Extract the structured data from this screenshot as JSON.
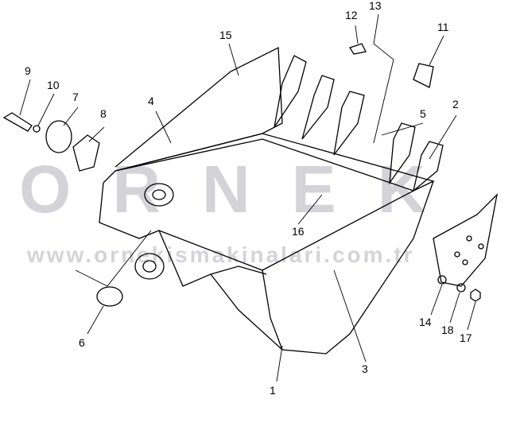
{
  "watermark": {
    "logo": "ORNEK",
    "url": "www.ornekismakinalari.com.tr",
    "color": "#d4d4d8"
  },
  "callouts": [
    "1",
    "2",
    "3",
    "4",
    "5",
    "6",
    "7",
    "8",
    "9",
    "10",
    "11",
    "12",
    "13",
    "14",
    "15",
    "16",
    "17",
    "18"
  ]
}
